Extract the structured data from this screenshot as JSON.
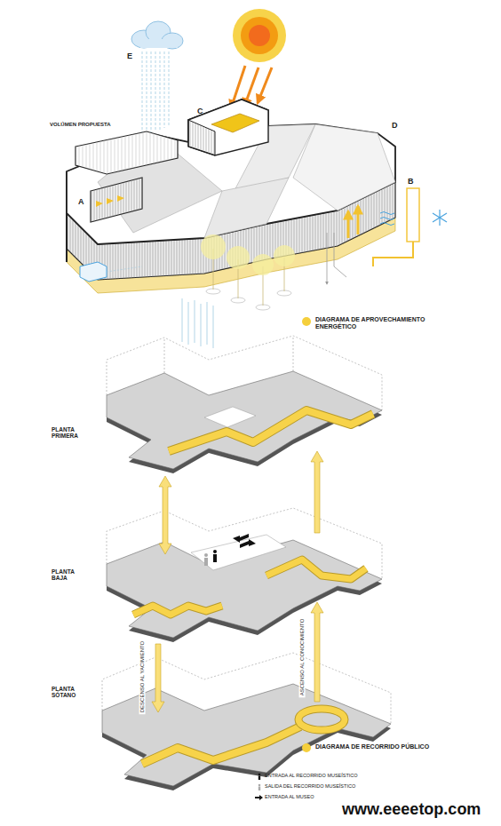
{
  "diagram": {
    "labels": [
      "E",
      "C",
      "D",
      "VOLÚMEN PROPUESTA",
      "A",
      "B",
      "PLANTA PRIMERA",
      "PLANTA BAJA",
      "DESCENSO AL YACIMIENTO",
      "ASCENSO AL CONOCIMIENTO",
      "PLANTA SÓTANO",
      "www.eeeetop.com"
    ],
    "legend": [
      {
        "text": "DIAGRAMA DE APROVECHAMIENTO ENERGÉTICO",
        "color": "#f5cf3c"
      },
      {
        "text": "DIAGRAMA DE RECORRIDO PÚBLICO",
        "color": "#f5cf3c"
      },
      {
        "text": "ENTRADA AL RECORRIDO MUSEÍSTICO"
      },
      {
        "text": "SALIDA DEL RECORRIDO MUSEÍSTICO"
      },
      {
        "text": "ENTRADA AL MUSEO"
      }
    ]
  }
}
